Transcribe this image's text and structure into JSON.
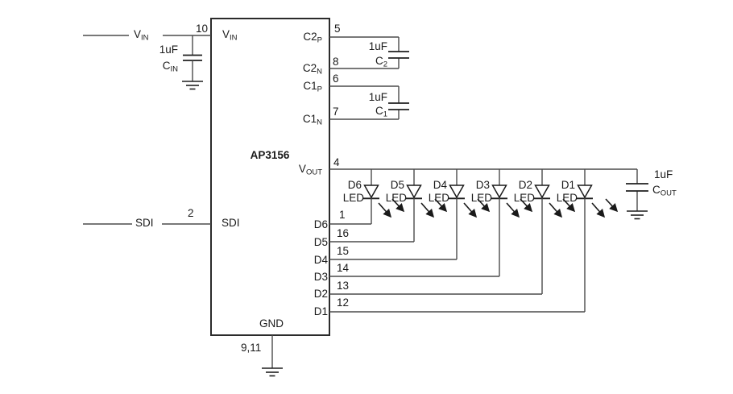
{
  "ic": {
    "part_number": "AP3156",
    "left_pins": {
      "vin": {
        "main": "V",
        "sub": "IN",
        "number": "10"
      },
      "sdi": {
        "label": "SDI",
        "number": "2"
      }
    },
    "right_pins": {
      "c2p": {
        "main": "C2",
        "sub": "P",
        "number": "5"
      },
      "c2n": {
        "main": "C2",
        "sub": "N",
        "number": "8"
      },
      "c1p": {
        "main": "C1",
        "sub": "P",
        "number": "6"
      },
      "c1n": {
        "main": "C1",
        "sub": "N",
        "number": "7"
      },
      "vout": {
        "main": "V",
        "sub": "OUT",
        "number": "4"
      }
    },
    "d_pins": [
      {
        "label": "D6",
        "number": "1"
      },
      {
        "label": "D5",
        "number": "16"
      },
      {
        "label": "D4",
        "number": "15"
      },
      {
        "label": "D3",
        "number": "14"
      },
      {
        "label": "D2",
        "number": "13"
      },
      {
        "label": "D1",
        "number": "12"
      }
    ],
    "gnd": {
      "label": "GND",
      "number": "9,11"
    }
  },
  "external": {
    "vin": {
      "main": "V",
      "sub": "IN"
    },
    "sdi": {
      "label": "SDI"
    }
  },
  "capacitors": {
    "cin": {
      "value": "1uF",
      "main": "C",
      "sub": "IN"
    },
    "c2": {
      "value": "1uF",
      "main": "C",
      "sub": "2"
    },
    "c1": {
      "value": "1uF",
      "main": "C",
      "sub": "1"
    },
    "cout": {
      "value": "1uF",
      "main": "C",
      "sub": "OUT"
    }
  },
  "leds": [
    {
      "designator": "D6",
      "label": "LED"
    },
    {
      "designator": "D5",
      "label": "LED"
    },
    {
      "designator": "D4",
      "label": "LED"
    },
    {
      "designator": "D3",
      "label": "LED"
    },
    {
      "designator": "D2",
      "label": "LED"
    },
    {
      "designator": "D1",
      "label": "LED"
    }
  ],
  "colors": {
    "wire": "#4b4b4b",
    "text": "#1a1a1a",
    "ic_border": "#2b2b2b",
    "background": "#ffffff"
  }
}
